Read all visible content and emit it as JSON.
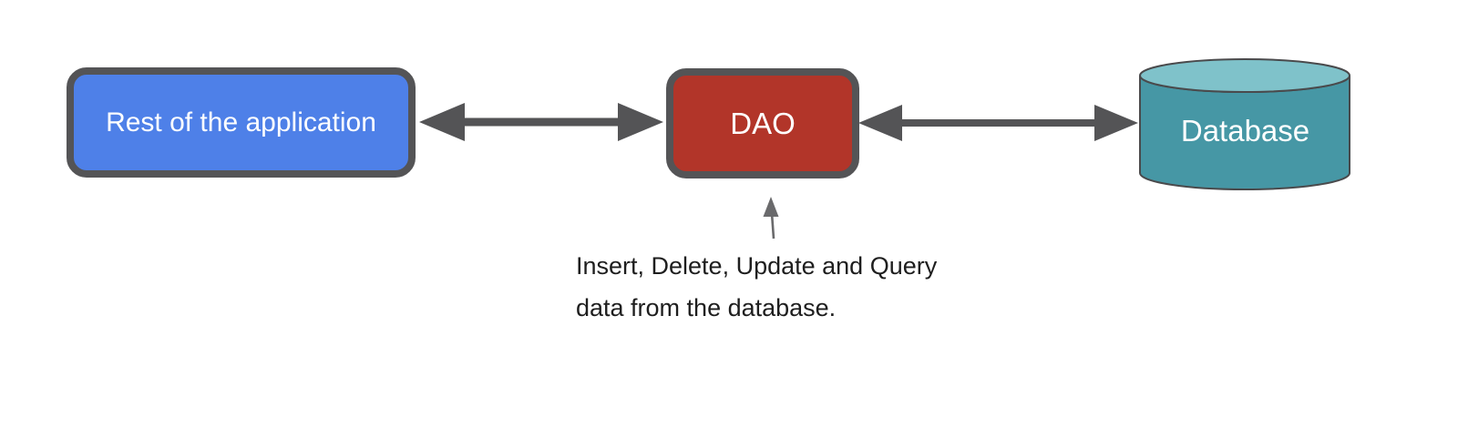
{
  "page": {
    "background": "#ffffff"
  },
  "nodes": {
    "app": {
      "label": "Rest of the application",
      "fill": "#4e80e8",
      "border": "#545456",
      "text_color": "#ffffff"
    },
    "dao": {
      "label": "DAO",
      "fill": "#b23529",
      "border": "#545456",
      "text_color": "#ffffff"
    },
    "database": {
      "label": "Database",
      "body_fill": "#4697a5",
      "top_fill": "#7fc2ca",
      "border": "#4a4a4c",
      "text_color": "#ffffff"
    }
  },
  "connectors": {
    "app_dao": {
      "type": "double-headed-arrow",
      "color": "#545456"
    },
    "dao_database": {
      "type": "double-headed-arrow",
      "color": "#545456"
    }
  },
  "annotation": {
    "arrow_color": "#6a6a6c",
    "line1": "Insert, Delete, Update and Query",
    "line2": "data from the database.",
    "text_color": "#1e1e1e"
  }
}
